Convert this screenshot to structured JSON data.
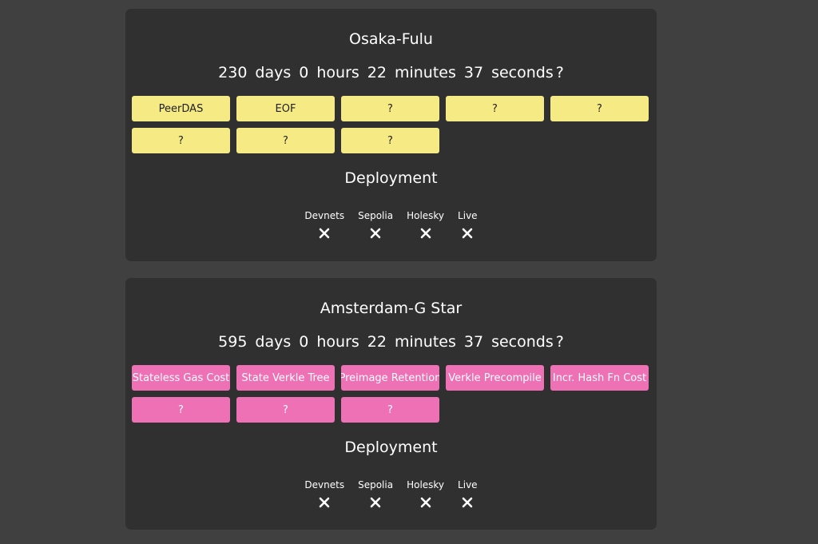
{
  "upgrades": [
    {
      "name": "Osaka-Fulu",
      "countdown": {
        "days": "230",
        "days_label": "days",
        "hours": "0",
        "hours_label": "hours",
        "minutes": "22",
        "minutes_label": "minutes",
        "seconds": "37",
        "seconds_label": "seconds",
        "suffix": "?"
      },
      "chip_color": "#f5ea84",
      "features": [
        "PeerDAS",
        "EOF",
        "?",
        "?",
        "?",
        "?",
        "?",
        "?"
      ],
      "deployment_title": "Deployment",
      "deployment": [
        {
          "label": "Devnets",
          "status": "x-icon"
        },
        {
          "label": "Sepolia",
          "status": "x-icon"
        },
        {
          "label": "Holesky",
          "status": "x-icon"
        },
        {
          "label": "Live",
          "status": "x-icon"
        }
      ]
    },
    {
      "name": "Amsterdam-G Star",
      "countdown": {
        "days": "595",
        "days_label": "days",
        "hours": "0",
        "hours_label": "hours",
        "minutes": "22",
        "minutes_label": "minutes",
        "seconds": "37",
        "seconds_label": "seconds",
        "suffix": "?"
      },
      "chip_color": "#ee70b5",
      "features": [
        "Stateless Gas Cost",
        "State Verkle Tree",
        "Preimage Retention",
        "Verkle Precompile",
        "Incr. Hash Fn Cost",
        "?",
        "?",
        "?"
      ],
      "deployment_title": "Deployment",
      "deployment": [
        {
          "label": "Devnets",
          "status": "x-icon"
        },
        {
          "label": "Sepolia",
          "status": "x-icon"
        },
        {
          "label": "Holesky",
          "status": "x-icon"
        },
        {
          "label": "Live",
          "status": "x-icon"
        }
      ]
    }
  ]
}
